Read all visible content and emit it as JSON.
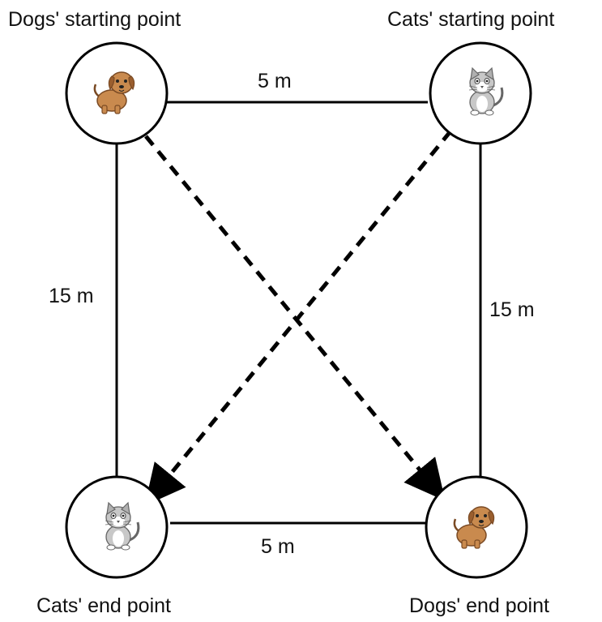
{
  "nodes": {
    "dogs_start": {
      "label": "Dogs' starting point",
      "animal": "dog-icon"
    },
    "cats_start": {
      "label": "Cats' starting point",
      "animal": "cat-icon"
    },
    "cats_end": {
      "label": "Cats' end point",
      "animal": "cat-icon"
    },
    "dogs_end": {
      "label": "Dogs' end point",
      "animal": "dog-icon"
    }
  },
  "distances": {
    "top": "5 m",
    "bottom": "5 m",
    "left": "15 m",
    "right": "15 m"
  },
  "colors": {
    "line": "#000000",
    "node_fill": "#ffffff",
    "dog_fur": "#c98a4e",
    "dog_dark": "#7a4a24",
    "cat_fur": "#b9b9b9",
    "cat_dark": "#666666"
  }
}
